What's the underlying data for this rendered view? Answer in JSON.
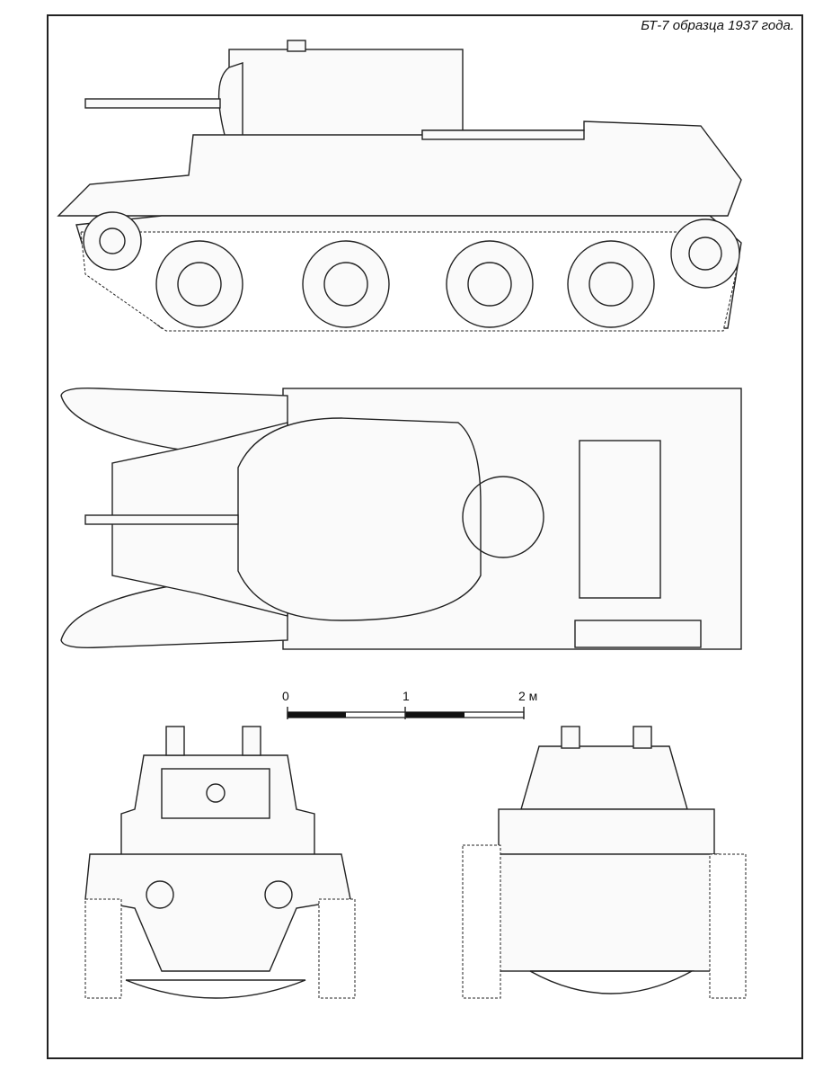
{
  "title": "БТ-7 образца 1937 года.",
  "scale_bar": {
    "labels": [
      "0",
      "1",
      "2 м"
    ]
  },
  "views": [
    "side-view",
    "top-view",
    "front-view",
    "rear-view"
  ]
}
